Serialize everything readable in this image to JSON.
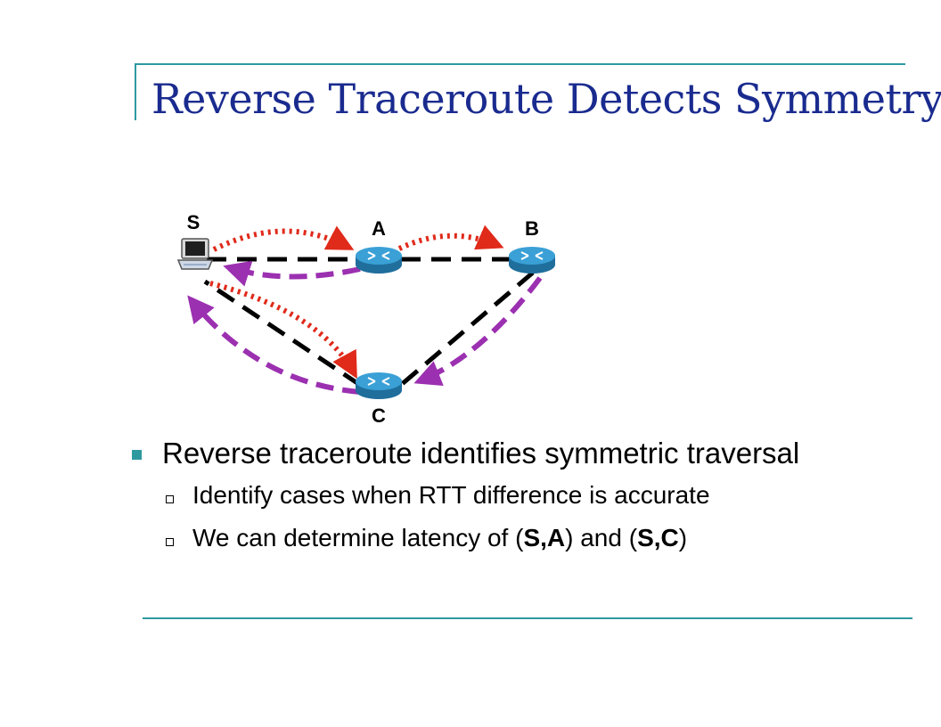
{
  "title": "Reverse Traceroute Detects Symmetry",
  "diagram": {
    "nodes": [
      {
        "id": "S",
        "label": "S",
        "kind": "host"
      },
      {
        "id": "A",
        "label": "A",
        "kind": "router"
      },
      {
        "id": "B",
        "label": "B",
        "kind": "router"
      },
      {
        "id": "C",
        "label": "C",
        "kind": "router"
      }
    ],
    "links": [
      [
        "S",
        "A"
      ],
      [
        "A",
        "B"
      ],
      [
        "B",
        "C"
      ],
      [
        "C",
        "S"
      ]
    ],
    "forward_path": [
      "S",
      "A",
      "B"
    ],
    "forward_path_2": [
      "S",
      "C"
    ],
    "reverse_path": [
      "A",
      "S"
    ],
    "reverse_path_2": [
      "B",
      "C",
      "S"
    ],
    "colors": {
      "link": "#000000",
      "forward": "#e02a1a",
      "reverse": "#9b30b0",
      "router": "#2a8fc4"
    }
  },
  "bullets": {
    "main": "Reverse traceroute identifies symmetric traversal",
    "sub1": "Identify cases when RTT difference is accurate",
    "sub2_prefix": "We can determine latency of (",
    "sub2_pair1": "S,A",
    "sub2_mid": ") and (",
    "sub2_pair2": "S,C",
    "sub2_suffix": ")"
  }
}
